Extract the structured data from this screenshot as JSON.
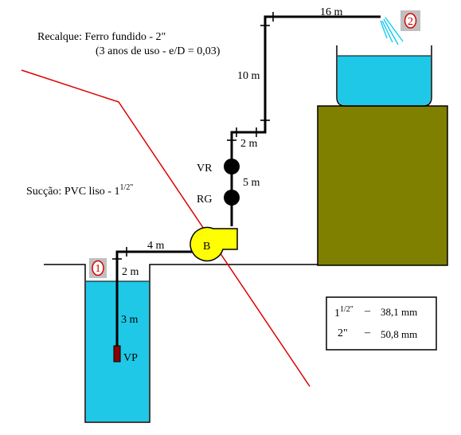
{
  "labels": {
    "recalque_line1": "Recalque: Ferro fundido - 2\"",
    "recalque_line2": "(3 anos de uso - e/D = 0,03)",
    "succao": "Sucção: PVC liso - 1",
    "succao_sup": "1/2\"",
    "pump": "B",
    "vr": "VR",
    "rg": "RG",
    "vp": "VP",
    "point1": "1",
    "point2": "2"
  },
  "lengths": {
    "l_16m": "16 m",
    "l_10m": "10 m",
    "l_2m_top": "2 m",
    "l_5m": "5 m",
    "l_4m": "4 m",
    "l_2m_bottom": "2 m",
    "l_3m": "3 m"
  },
  "table": {
    "row1_base": "1",
    "row1_sup": "1/2\"",
    "row1_dash": "–",
    "row1_value": "38,1 mm",
    "row2_label": "2\"",
    "row2_dash": "–",
    "row2_value": "50,8 mm"
  },
  "colors": {
    "water": "#1ec8e6",
    "platform": "#7f7f00",
    "pump": "#ffff00",
    "red_line": "#dd0000",
    "point_badge": "#c0c0c0"
  }
}
